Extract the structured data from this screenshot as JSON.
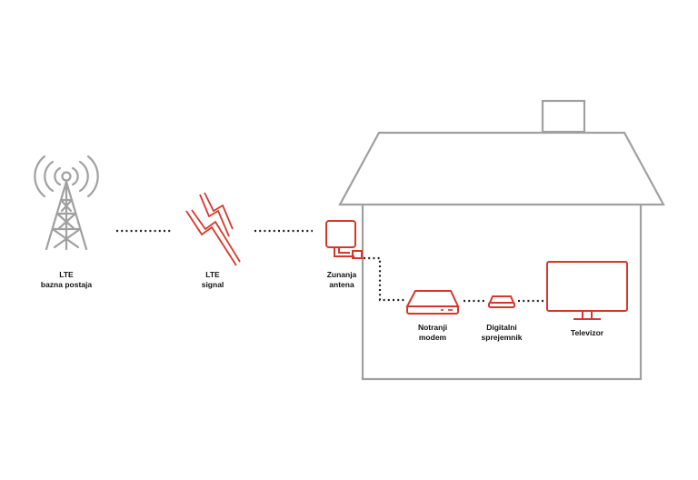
{
  "colors": {
    "outline": "#a0a0a0",
    "accent": "#d6372b",
    "dots": "#222222",
    "text": "#111111"
  },
  "nodes": {
    "base_station": {
      "icon": "cell-tower-icon",
      "line1": "LTE",
      "line2": "bazna postaja"
    },
    "signal": {
      "icon": "lightning-signal-icon",
      "line1": "LTE",
      "line2": "signal"
    },
    "outdoor_antenna": {
      "icon": "outdoor-antenna-icon",
      "line1": "Zunanja",
      "line2": "antena"
    },
    "indoor_modem": {
      "icon": "modem-icon",
      "line1": "Notranji",
      "line2": "modem"
    },
    "receiver": {
      "icon": "set-top-box-icon",
      "line1": "Digitalni",
      "line2": "sprejemnik"
    },
    "tv": {
      "icon": "tv-icon",
      "line1": "Televizor"
    }
  },
  "house": {
    "icon": "house-outline-icon"
  }
}
